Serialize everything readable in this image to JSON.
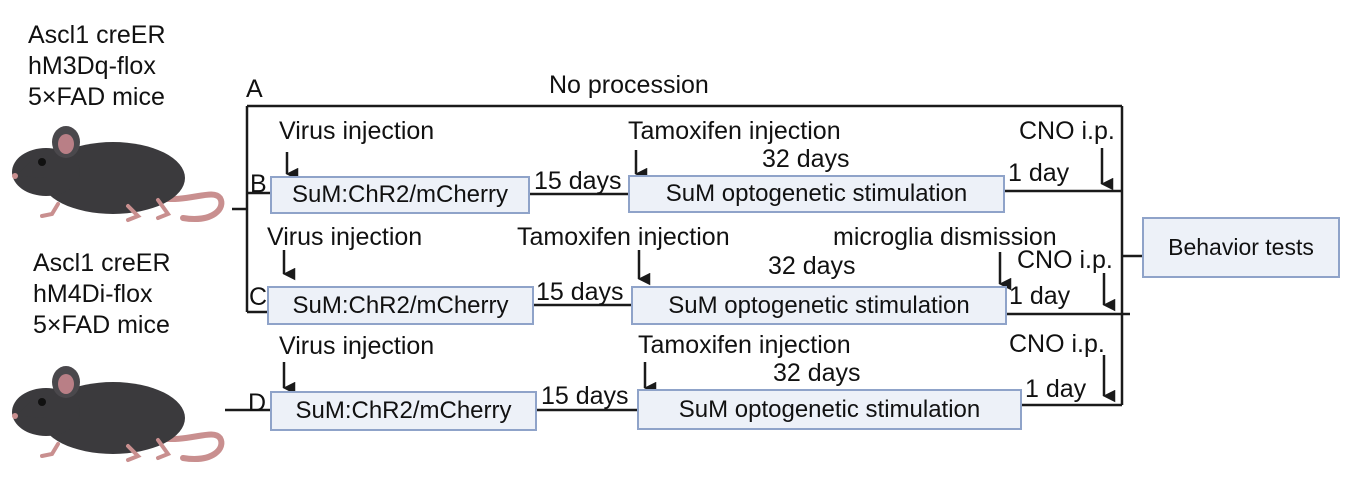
{
  "mouse_groups": [
    {
      "line1": "Ascl1 creER",
      "line2": "hM3Dq-flox",
      "line3": "5×FAD mice"
    },
    {
      "line1": "Ascl1 creER",
      "line2": "hM4Di-flox",
      "line3": "5×FAD mice"
    }
  ],
  "groups": {
    "A": {
      "letter": "A",
      "text": "No procession"
    },
    "B": {
      "letter": "B",
      "virus": "Virus injection",
      "box1": "SuM:ChR2/mCherry",
      "gap1": "15 days",
      "tamoxifen": "Tamoxifen  injection",
      "gap2": "32 days",
      "box2": "SuM optogenetic stimulation",
      "cno": "CNO i.p.",
      "gap3": "1 day"
    },
    "C": {
      "letter": "C",
      "virus": "Virus injection",
      "box1": "SuM:ChR2/mCherry",
      "gap1": "15 days",
      "tamoxifen": "Tamoxifen  injection",
      "gap2": "32 days",
      "microglia": "microglia dismission",
      "box2": "SuM optogenetic stimulation",
      "cno": "CNO i.p.",
      "gap3": "1 day"
    },
    "D": {
      "letter": "D",
      "virus": "Virus injection",
      "box1": "SuM:ChR2/mCherry",
      "gap1": "15 days",
      "tamoxifen": "Tamoxifen  injection",
      "gap2": "32 days",
      "box2": "SuM optogenetic stimulation",
      "cno": "CNO i.p.",
      "gap3": "1 day"
    }
  },
  "outcome": {
    "label": "Behavior tests"
  },
  "colors": {
    "box_fill": "#edf1f8",
    "box_border": "#8fa3c9",
    "line": "#1a1a1a",
    "mouse_body": "#3b3a3d",
    "mouse_tail": "#c98f8f"
  }
}
